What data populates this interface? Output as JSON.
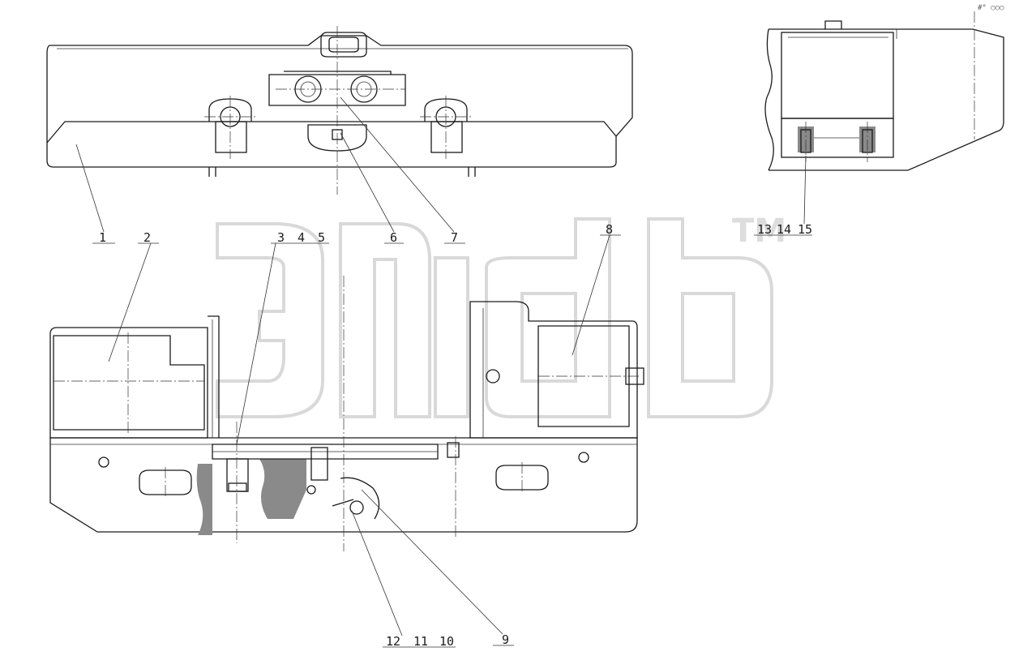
{
  "watermark": {
    "trademark": "TM"
  },
  "corner_mark": "#° ○○○",
  "callouts": [
    {
      "id": "c1",
      "text": "1"
    },
    {
      "id": "c2",
      "text": "2"
    },
    {
      "id": "c3",
      "text": "3"
    },
    {
      "id": "c4",
      "text": "4"
    },
    {
      "id": "c5",
      "text": "5"
    },
    {
      "id": "c6",
      "text": "6"
    },
    {
      "id": "c7",
      "text": "7"
    },
    {
      "id": "c8",
      "text": "8"
    },
    {
      "id": "c9",
      "text": "9"
    },
    {
      "id": "c10",
      "text": "10"
    },
    {
      "id": "c11",
      "text": "11"
    },
    {
      "id": "c12",
      "text": "12"
    },
    {
      "id": "c13",
      "text": "13"
    },
    {
      "id": "c14",
      "text": "14"
    },
    {
      "id": "c15",
      "text": "15"
    }
  ]
}
